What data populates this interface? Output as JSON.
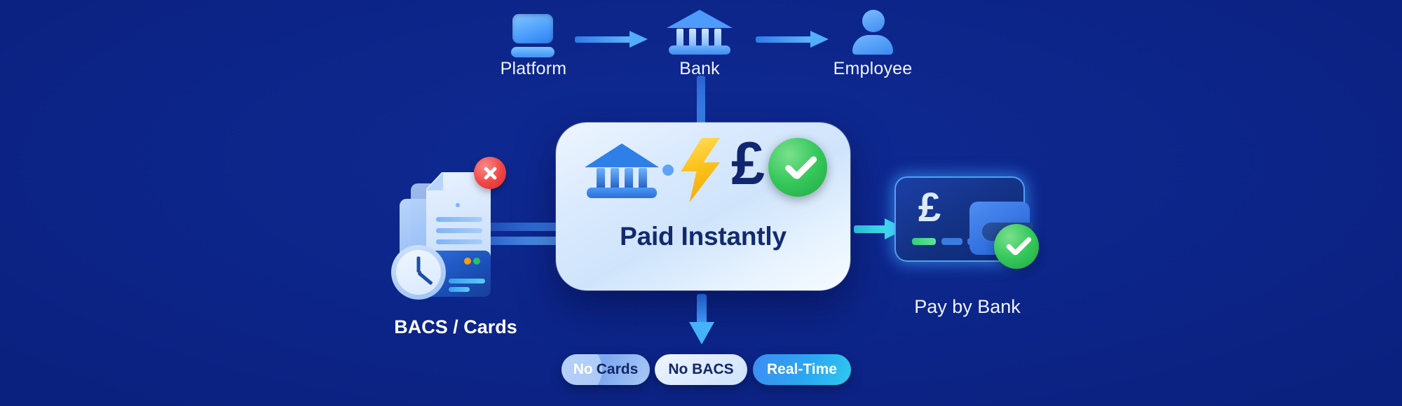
{
  "theme": {
    "background": "#0b2180",
    "accent_blue": "#3e8df2",
    "accent_cyan": "#2ec9ef",
    "success_green": "#35c85a",
    "error_red": "#ef4444",
    "card_surface": "#e4effd",
    "title_navy": "#132a6e"
  },
  "flow_top": {
    "nodes": [
      {
        "label": "Platform",
        "icon": "laptop-icon"
      },
      {
        "label": "Bank",
        "icon": "bank-icon"
      },
      {
        "label": "Employee",
        "icon": "person-icon"
      }
    ],
    "connector_icon": "arrow-right-icon"
  },
  "center_card": {
    "title": "Paid Instantly",
    "icons": [
      {
        "name": "bank-icon",
        "glyph": "bank"
      },
      {
        "name": "lightning-bolt-icon",
        "glyph": "⚡"
      },
      {
        "name": "pound-sign-icon",
        "glyph": "£"
      },
      {
        "name": "check-circle-icon",
        "glyph": "✓"
      }
    ]
  },
  "left_node": {
    "label": "BACS / Cards",
    "icons": [
      {
        "name": "document-icon"
      },
      {
        "name": "error-x-icon",
        "glyph": "✕"
      },
      {
        "name": "clock-icon"
      },
      {
        "name": "credit-card-icon"
      }
    ]
  },
  "right_node": {
    "label": "Pay by Bank",
    "icons": [
      {
        "name": "bank-card-icon"
      },
      {
        "name": "wallet-icon"
      },
      {
        "name": "pound-sign-icon",
        "glyph": "£"
      },
      {
        "name": "check-circle-icon",
        "glyph": "✓"
      }
    ]
  },
  "badges": [
    {
      "id": "no-cards",
      "text_a": "No",
      "text_b": "Cards",
      "full": "No Cards"
    },
    {
      "id": "no-bacs",
      "full": "No BACS"
    },
    {
      "id": "real-time",
      "full": "Real-Time"
    }
  ],
  "arrows": {
    "platform_to_bank": "arrow-right-icon",
    "bank_to_employee": "arrow-right-icon",
    "bank_to_card": "line-down",
    "bacs_to_card": "line-right",
    "card_to_paybank": "arrow-right-icon",
    "card_to_badges": "arrow-down-icon"
  }
}
